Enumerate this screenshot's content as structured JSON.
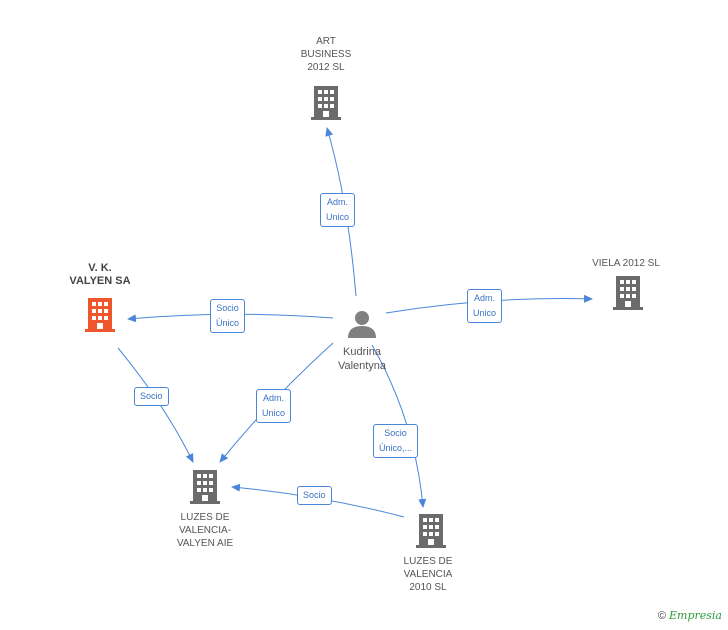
{
  "nodes": {
    "art_business": [
      "ART",
      "BUSINESS",
      "2012 SL"
    ],
    "vk_valyen": [
      "V. K.",
      "VALYEN SA"
    ],
    "viela": [
      "VIELA 2012 SL"
    ],
    "person": [
      "Kudrina",
      "Valentyna"
    ],
    "luzes_valyen": [
      "LUZES DE",
      "VALENCIA-",
      "VALYEN AIE"
    ],
    "luzes_2010": [
      "LUZES DE",
      "VALENCIA",
      "2010 SL"
    ]
  },
  "edges": {
    "to_art": [
      "Adm.",
      "Unico"
    ],
    "to_vk": [
      "Socio",
      "Único"
    ],
    "to_viela": [
      "Adm.",
      "Unico"
    ],
    "vk_to_luzes": [
      "Socio"
    ],
    "person_to_luzes": [
      "Adm.",
      "Unico"
    ],
    "person_to_2010": [
      "Socio",
      "Único,..."
    ],
    "l2010_to_luzes": [
      "Socio"
    ]
  },
  "colors": {
    "edge": "#4a86d8",
    "building": "#6b6b6b",
    "focus_building": "#f0562b",
    "person": "#808080"
  },
  "footer": {
    "copyright": "©",
    "brand": "Empresia"
  }
}
